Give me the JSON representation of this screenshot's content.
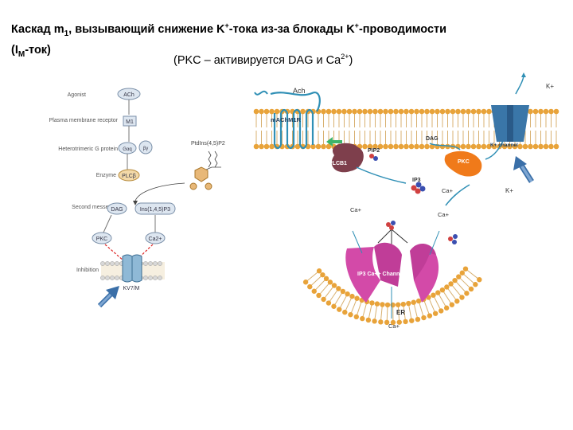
{
  "title": {
    "line1_a": "Каскад m",
    "line1_sub": "1",
    "line1_b": ", вызывающий снижение K",
    "line1_sup1": "+",
    "line1_c": "-тока из-за блокады K",
    "line1_sup2": "+",
    "line1_d": "-проводимости",
    "line2_a": "(I",
    "line2_sub": "M",
    "line2_b": "-ток)"
  },
  "subtitle": {
    "text_a": "(PKC – активируется DAG и Ca",
    "sup": "2+",
    "text_b": ")"
  },
  "left_diagram": {
    "agonist": "Agonist",
    "ach": "ACh",
    "receptor": "Plasma membrane receptor",
    "m1": "M1",
    "gprotein": "Heterotrimeric G protein",
    "gaq": "Gαq",
    "gbg": "βγ",
    "enzyme": "Enzyme",
    "plcb": "PLCβ",
    "pip2": "PtdIns(4,5)P2",
    "second": "Second messengers",
    "dag": "DAG",
    "ip3": "Ins(1,4,5)P3",
    "pkc": "PKC",
    "ca": "Ca2+",
    "inhibition": "Inhibition",
    "kv": "KV7/M"
  },
  "right_diagram": {
    "ach": "Ach",
    "machm1r": "mAChM1R",
    "pip2": "PIP2",
    "dag": "DAG",
    "kchannel": "K+ channel",
    "k_top": "K+",
    "k_out": "K+",
    "plcb1": "PLCB1",
    "ip3": "IP3",
    "pkc": "PKC",
    "ca1": "Ca+",
    "ca2": "Ca+",
    "ca3": "Ca+",
    "ca4": "Ca+",
    "ip3_channels": "IP3 Ca++ Channels",
    "er": "ER"
  },
  "colors": {
    "membrane_head": "#e8a33a",
    "membrane_tail": "#d9a050",
    "receptor": "#2f8fb5",
    "plcb1": "#8a4a55",
    "pkc": "#f07a1a",
    "kchannel": "#3a76a8",
    "ip3_channel": "#d34aa8",
    "arrow_blue": "#3a6fa8"
  }
}
